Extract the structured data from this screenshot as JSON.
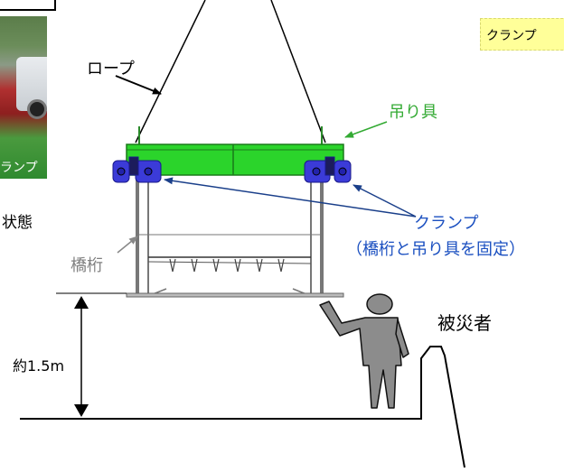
{
  "labels": {
    "rope": "ロープ",
    "lifting_tool": "吊り具",
    "clamp": "クランプ",
    "clamp_note": "（橋桁と吊り具を固定）",
    "girder": "橋桁",
    "victim": "被災者",
    "height": "約1.5m",
    "left_partial": "状態",
    "photo_caption": "ランプ",
    "right_note": "クランプ"
  },
  "colors": {
    "lifting_tool_fill": "#2bd42b",
    "lifting_tool_label": "#33aa33",
    "clamp_fill": "#3b3bd8",
    "clamp_label": "#1a4fc0",
    "pointer": "#1a3f8a",
    "girder_label": "#7f7f7f",
    "victim_fill": "#8c8c8c",
    "note_bg": "#ffff99"
  },
  "icons": {
    "victim": "person-figure",
    "clamp": "clamp-shape"
  }
}
